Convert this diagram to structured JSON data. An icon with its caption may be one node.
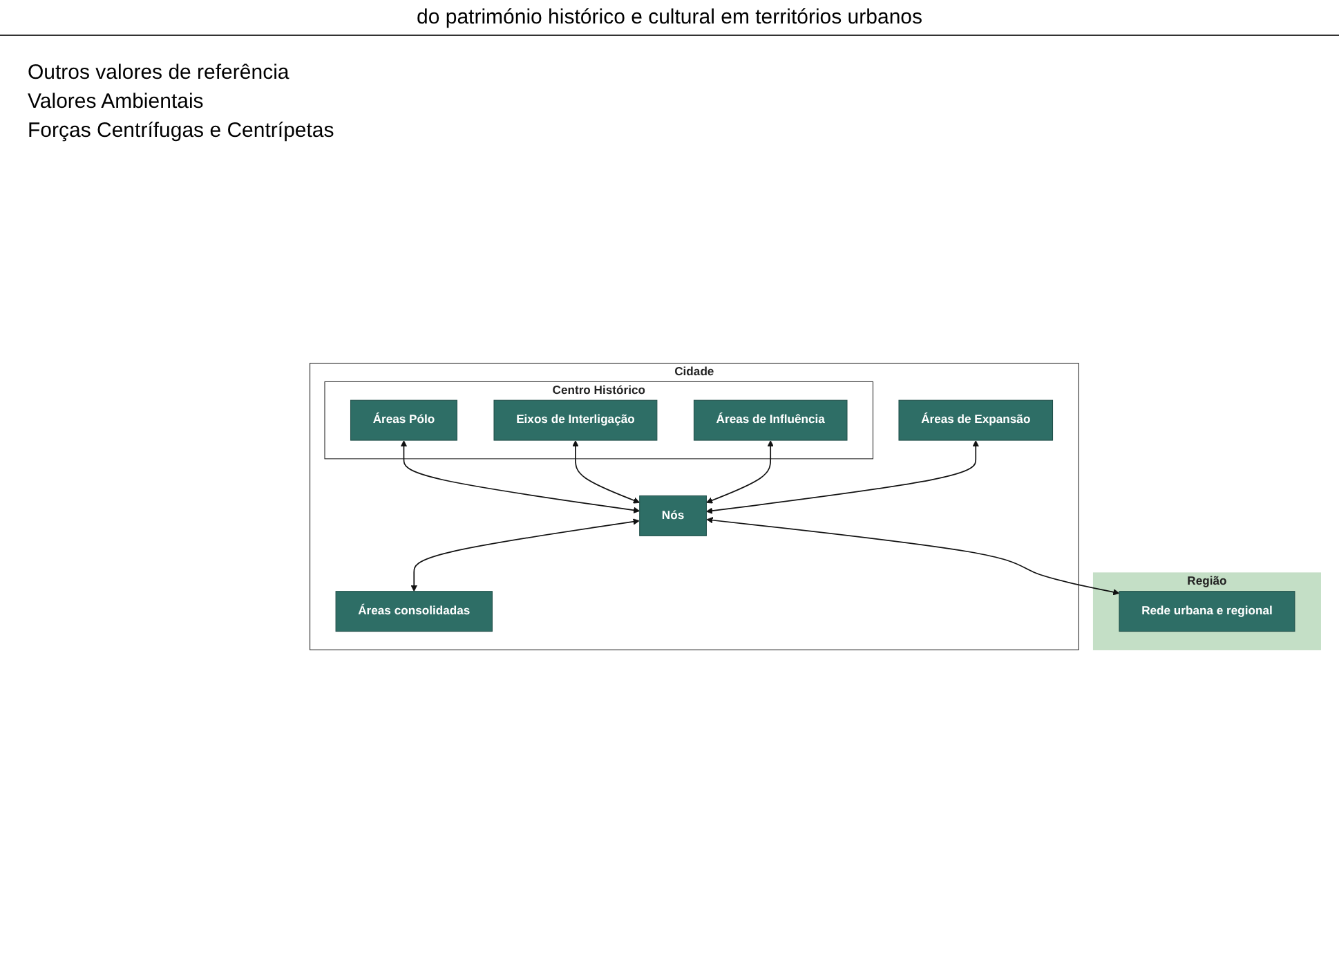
{
  "diagram": {
    "title": "do património histórico e cultural em territórios urbanos",
    "nodes": [
      {
        "text": [
          "Região"
        ]
      },
      {
        "text": [
          "Cidade"
        ]
      },
      {
        "text": [
          "Centro Histórico"
        ],
        "in": 1
      },
      {
        "text": [
          "Áreas Pólo"
        ],
        "in": 2
      },
      {
        "text": [
          "Eixos de Interligação"
        ],
        "in": 2
      },
      {
        "text": [
          "Áreas de Influência"
        ],
        "in": 2
      },
      {
        "text": [
          "Áreas de Expansão"
        ],
        "in": 1
      },
      {
        "text": [
          "Nós"
        ],
        "in": 1
      },
      {
        "text": [
          "Áreas consolidadas"
        ],
        "in": 1
      },
      {
        "text": [
          "Rede urbana e regional"
        ],
        "in": 0
      }
    ],
    "edges": [
      {
        "from": 3,
        "to": 7,
        "arrow": "both"
      },
      {
        "from": 4,
        "to": 7,
        "arrow": "both"
      },
      {
        "from": 5,
        "to": 7,
        "arrow": "both"
      },
      {
        "from": 6,
        "to": 7,
        "arrow": "both"
      },
      {
        "from": 7,
        "to": 8,
        "arrow": "both"
      },
      {
        "from": 7,
        "to": 9,
        "arrow": "both"
      }
    ],
    "labels": [
      "Outros valores de referência",
      "Valores Ambientais",
      "Forças Centrífugas e Centrípetas"
    ]
  }
}
